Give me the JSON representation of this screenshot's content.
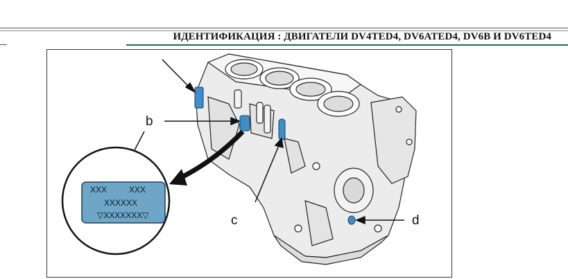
{
  "header": {
    "title": "ИДЕНТИФИКАЦИЯ : ДВИГАТЕЛИ DV4TED4, DV6ATED4, DV6B И DV6TED4"
  },
  "callouts": {
    "b": "b",
    "c": "c",
    "d": "d"
  },
  "plate": {
    "line1_left": "XXX",
    "line1_right": "XXX",
    "line2": "XXXXXX",
    "line3": "▽XXXXXXX▽"
  },
  "colors": {
    "plate_fill": "#6fa6c8",
    "highlight": "#3f8ec7",
    "header_rule": "#1f6b3d"
  }
}
